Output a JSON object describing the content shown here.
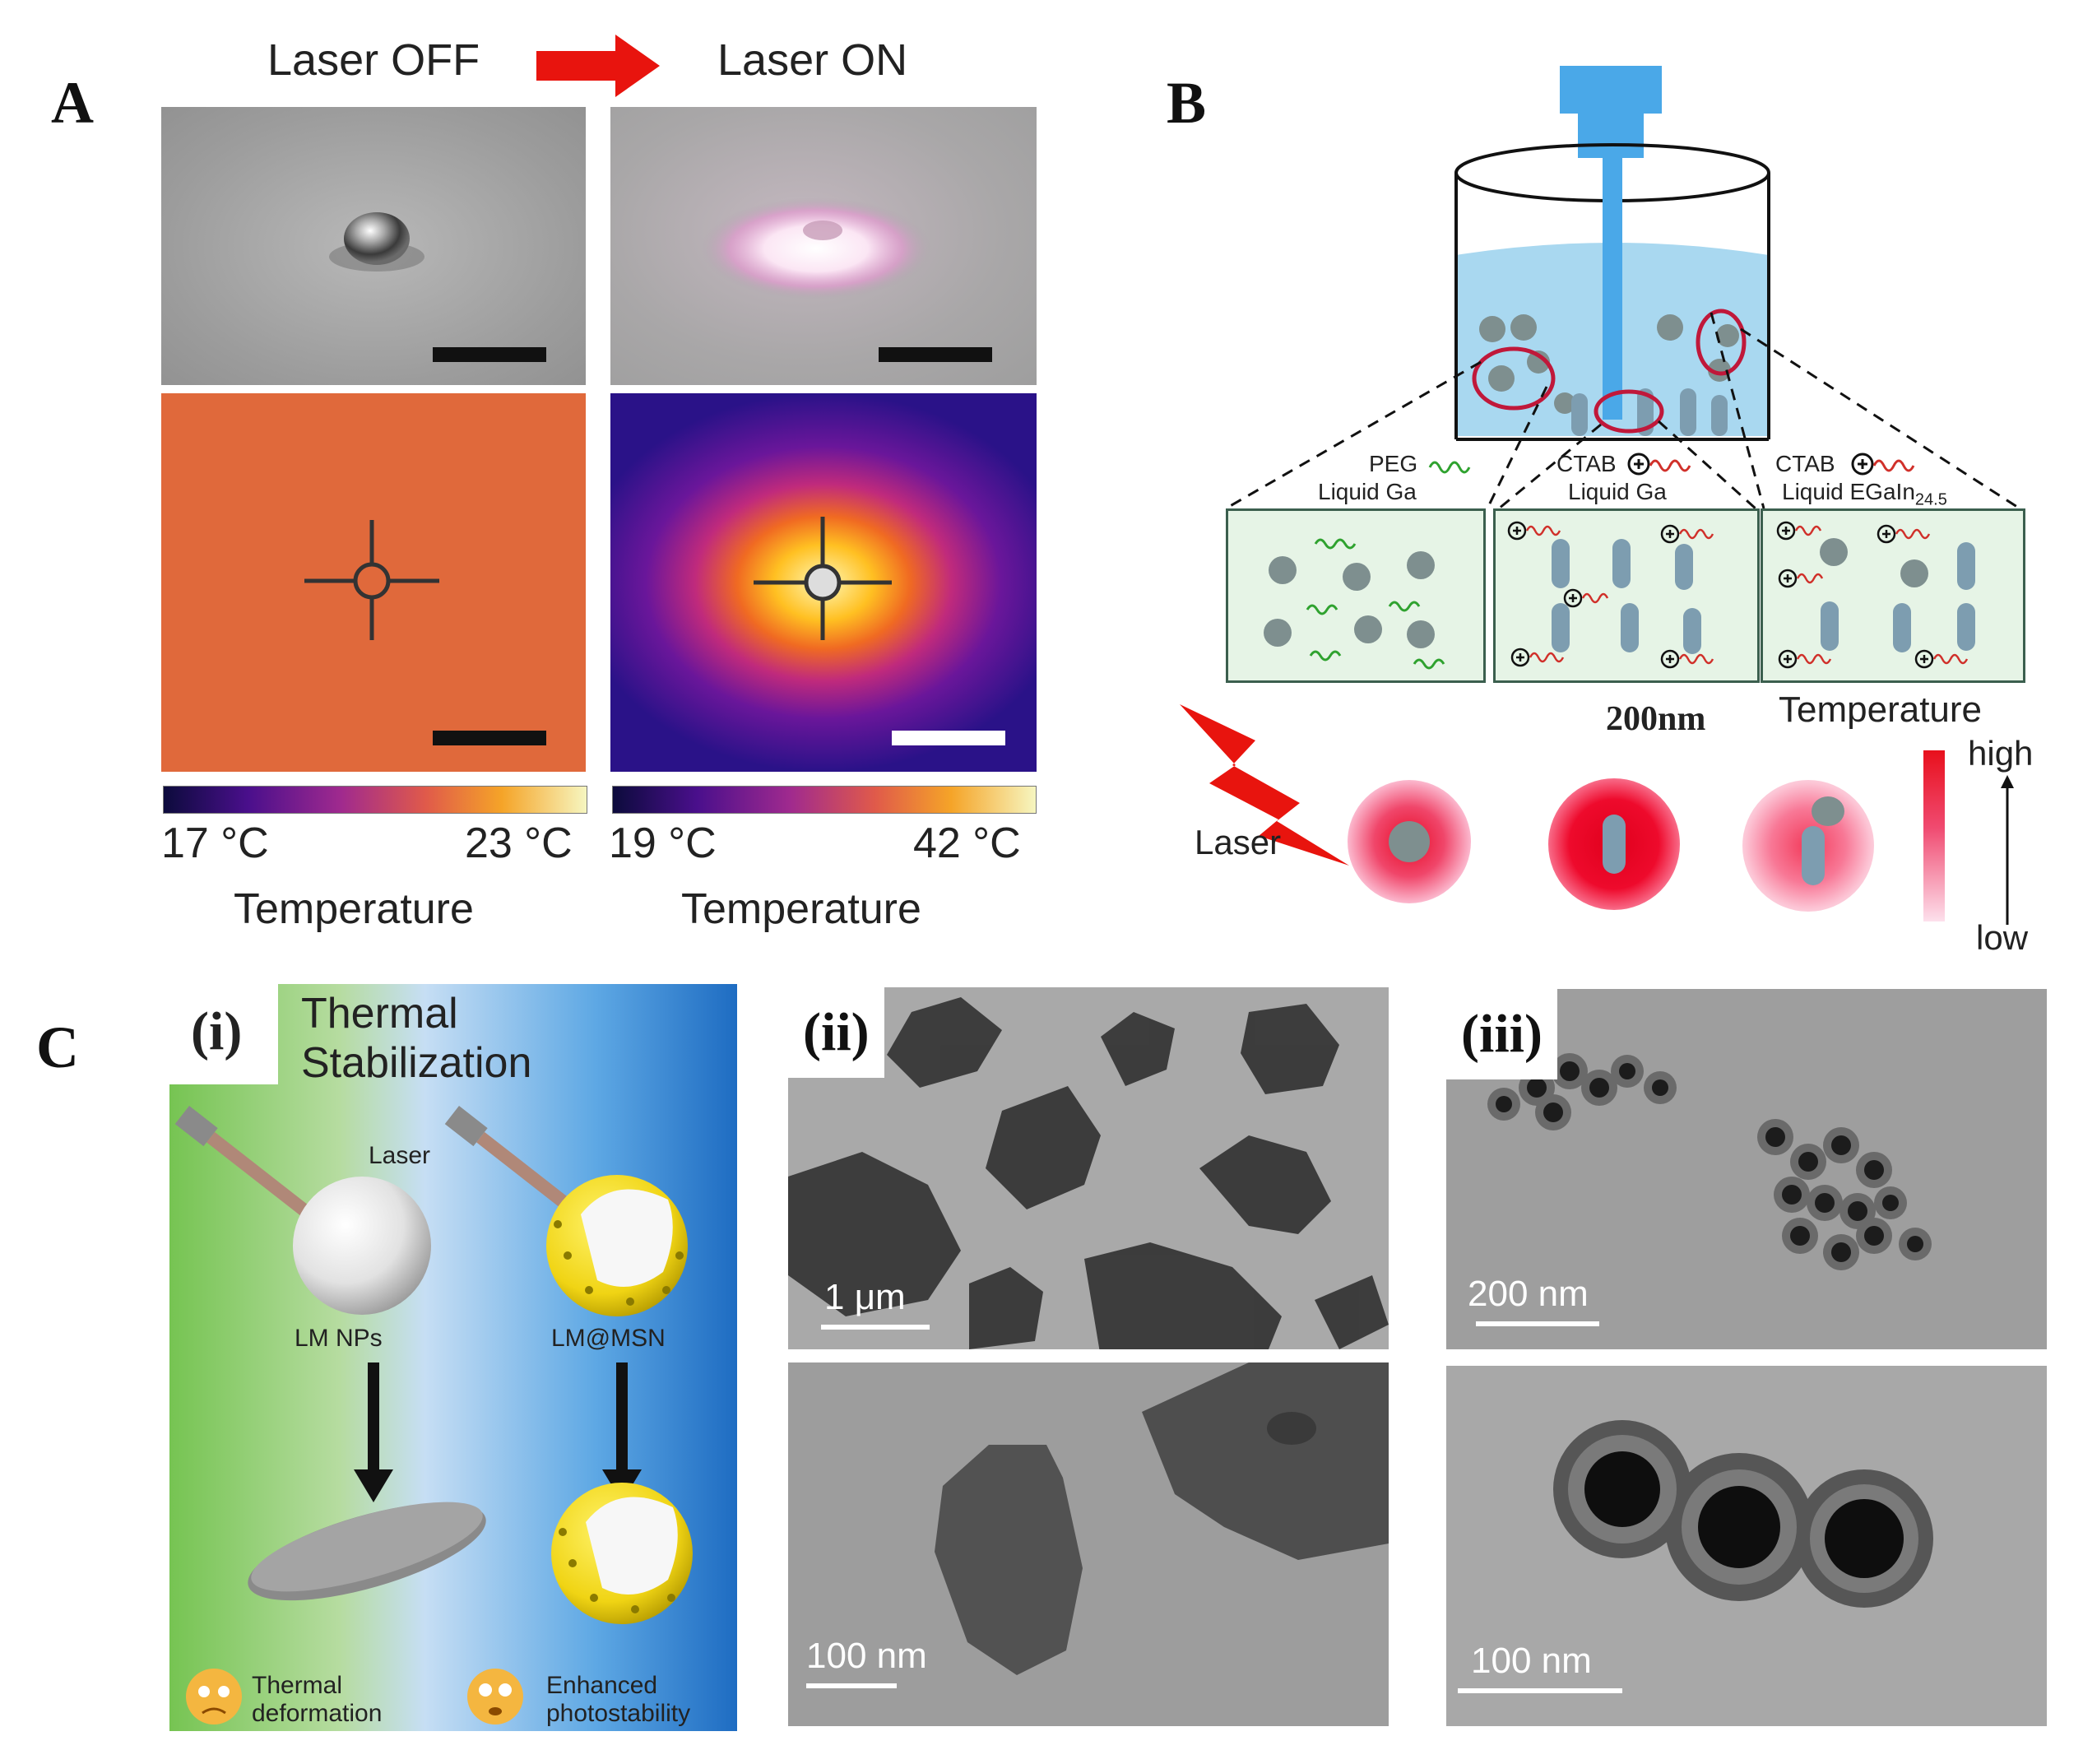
{
  "panel_labels": {
    "a": "A",
    "b": "B",
    "c": "C"
  },
  "panel_a": {
    "header_off": "Laser OFF",
    "header_on": "Laser ON",
    "colorbar_left": {
      "min": "17 °C",
      "max": "23 °C",
      "title": "Temperature"
    },
    "colorbar_right": {
      "min": "19 °C",
      "max": "42 °C",
      "title": "Temperature"
    },
    "colors": {
      "arrow": "#e8140e",
      "thermal_off": "#e0693b",
      "thermal_on_bg": "#2a1288"
    }
  },
  "panel_b": {
    "box1": {
      "ligand": "PEG",
      "core": "Liquid Ga"
    },
    "box2": {
      "ligand": "CTAB",
      "core": "Liquid Ga"
    },
    "box3": {
      "ligand": "CTAB",
      "core": "Liquid EGaIn",
      "core_subscript": "24.5"
    },
    "scale": "200nm",
    "laser": "Laser",
    "temperature": "Temperature",
    "high": "high",
    "low": "low",
    "colors": {
      "water": "#a9d8f0",
      "stirrer": "#4aa8e8",
      "circle": "#c0183a",
      "box_fill": "#e6f4e6"
    }
  },
  "panel_c": {
    "sub_i": "(i)",
    "sub_ii": "(ii)",
    "sub_iii": "(iii)",
    "title_line1": "Thermal",
    "title_line2": "Stabilization",
    "laser": "Laser",
    "lm_nps": "LM NPs",
    "lm_msn": "LM@MSN",
    "bad_line1": "Thermal",
    "bad_line2": "deformation",
    "good_line1": "Enhanced",
    "good_line2": "photostability",
    "scale_ii_top": "1 μm",
    "scale_ii_bottom": "100 nm",
    "scale_iii_top": "200 nm",
    "scale_iii_bottom": "100 nm"
  }
}
